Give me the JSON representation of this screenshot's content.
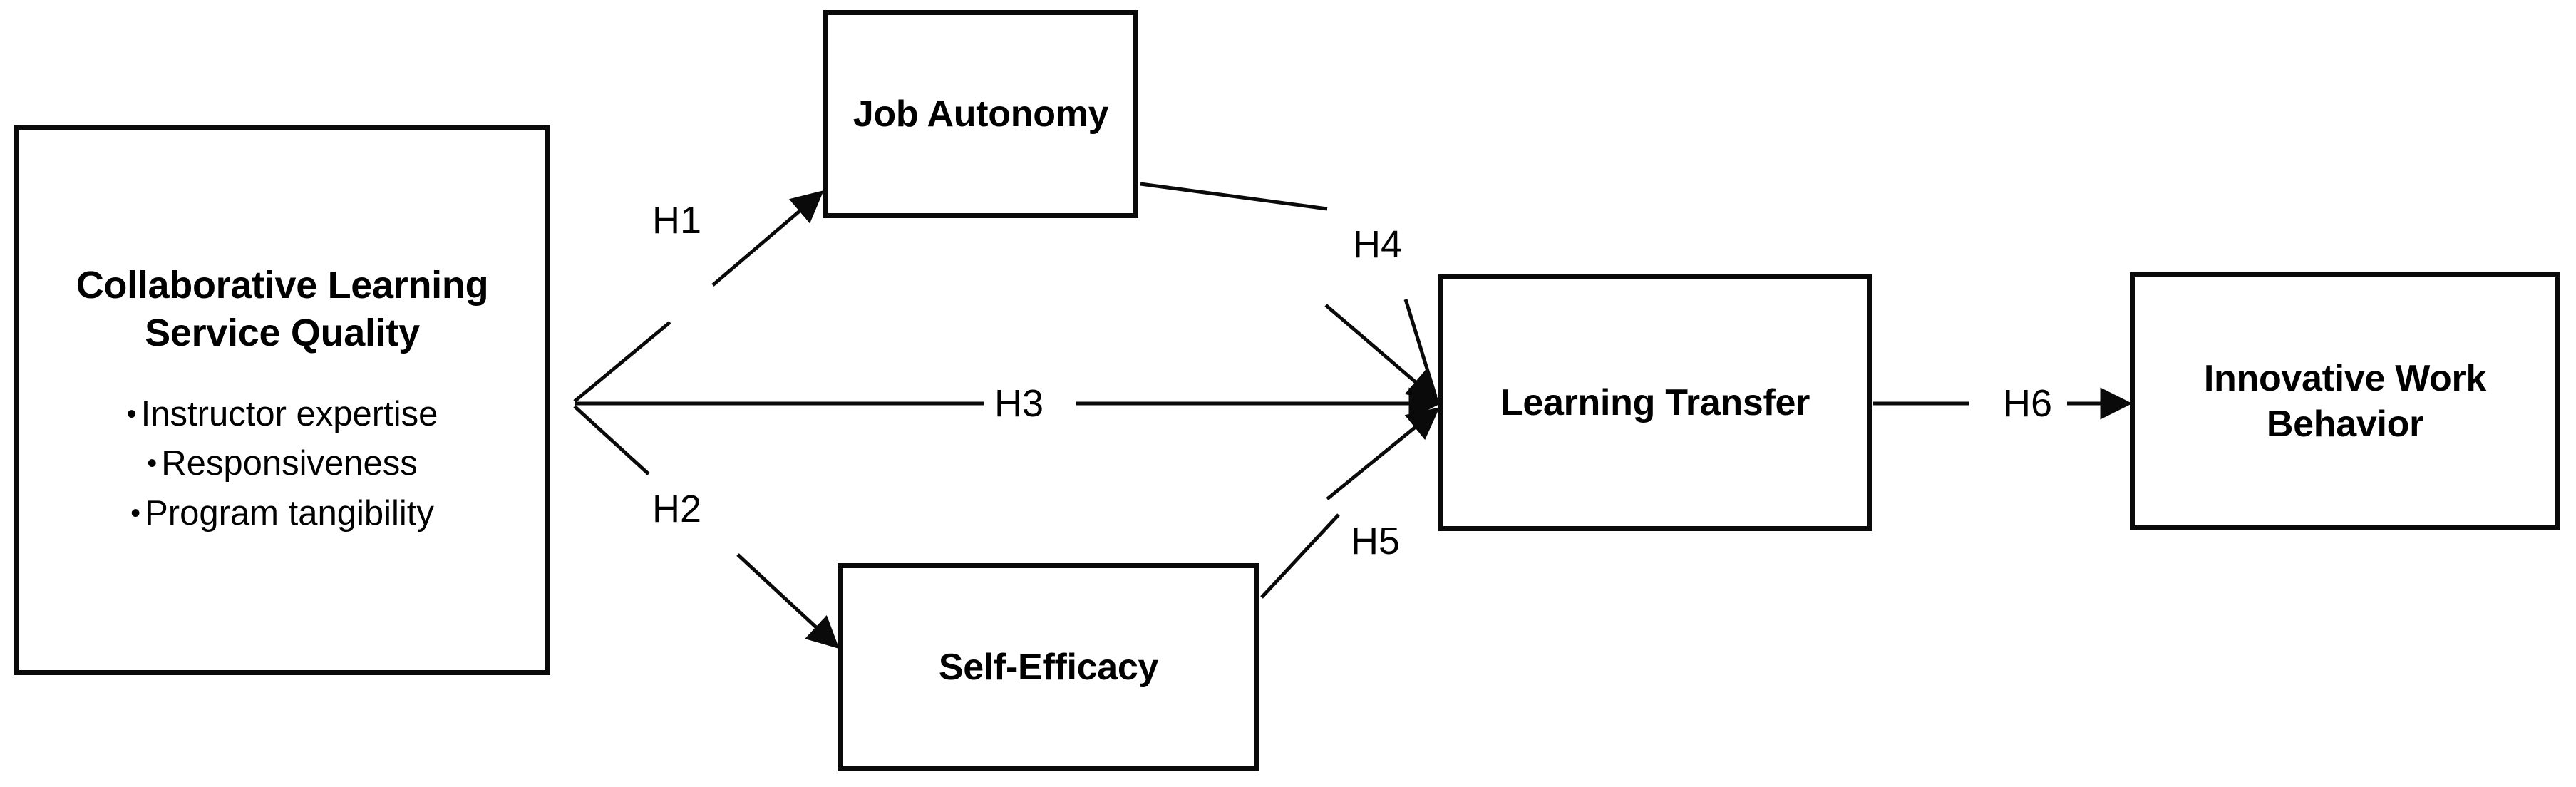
{
  "diagram": {
    "title": "Collaborative Learning Service Quality research model",
    "type": "conceptual-research-model",
    "line_color": "#0a0a0a",
    "text_color": "#000000",
    "background_color": "#ffffff",
    "nodes": [
      {
        "id": "clsq",
        "label": "Collaborative Learning\nService Quality",
        "bullets": [
          "Instructor expertise",
          "Responsiveness",
          "Program tangibility"
        ]
      },
      {
        "id": "autonomy",
        "label": "Job Autonomy"
      },
      {
        "id": "efficacy",
        "label": "Self-Efficacy"
      },
      {
        "id": "transfer",
        "label": "Learning Transfer"
      },
      {
        "id": "iwb",
        "label": "Innovative Work\nBehavior"
      }
    ],
    "edges": [
      {
        "id": "h1",
        "label": "H1",
        "from": "clsq",
        "to": "autonomy"
      },
      {
        "id": "h2",
        "label": "H2",
        "from": "clsq",
        "to": "efficacy"
      },
      {
        "id": "h3",
        "label": "H3",
        "from": "clsq",
        "to": "transfer"
      },
      {
        "id": "h4",
        "label": "H4",
        "from": "autonomy",
        "to": "transfer"
      },
      {
        "id": "h5",
        "label": "H5",
        "from": "efficacy",
        "to": "transfer"
      },
      {
        "id": "h6",
        "label": "H6",
        "from": "transfer",
        "to": "iwb"
      }
    ]
  }
}
